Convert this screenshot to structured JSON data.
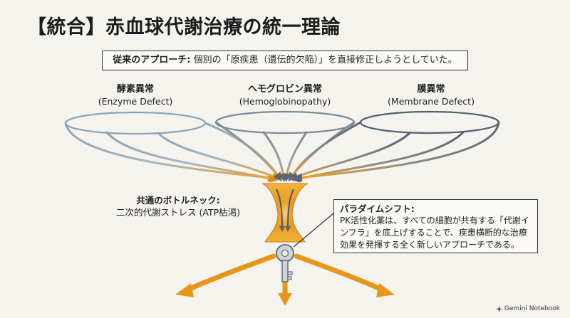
{
  "title": "【統合】赤血球代謝治療の統一理論",
  "premise": {
    "label": "従来のアプローチ:",
    "text": " 個別の「原疾患（遺伝的欠陥）」を直接修正しようとしていた。"
  },
  "categories": [
    {
      "jp": "酵素異常",
      "en": "(Enzyme Defect)"
    },
    {
      "jp": "ヘモグロビン異常",
      "en": "(Hemoglobinopathy)"
    },
    {
      "jp": "膜異常",
      "en": "(Membrane Defect)"
    }
  ],
  "bottleneck": {
    "heading": "共通のボトルネック:",
    "text": "二次的代謝ストレス (ATP枯渇)"
  },
  "paradigm": {
    "heading": "パラダイムシフト:",
    "text": "PK活性化薬は、すべての細胞が共有する「代謝インフラ」を底上げすることで、疾患横断的な治療効果を発揮する全く新しいアプローチである。"
  },
  "logo": "Gemini Notebook",
  "icons": [
    "key-icon",
    "sparkle-icon"
  ],
  "colors": {
    "enzyme": "#8aa3b8",
    "hemoglobin": "#7b8a98",
    "membrane": "#55606c",
    "accent": "#e89a1c",
    "accent_dark": "#d67f10"
  }
}
